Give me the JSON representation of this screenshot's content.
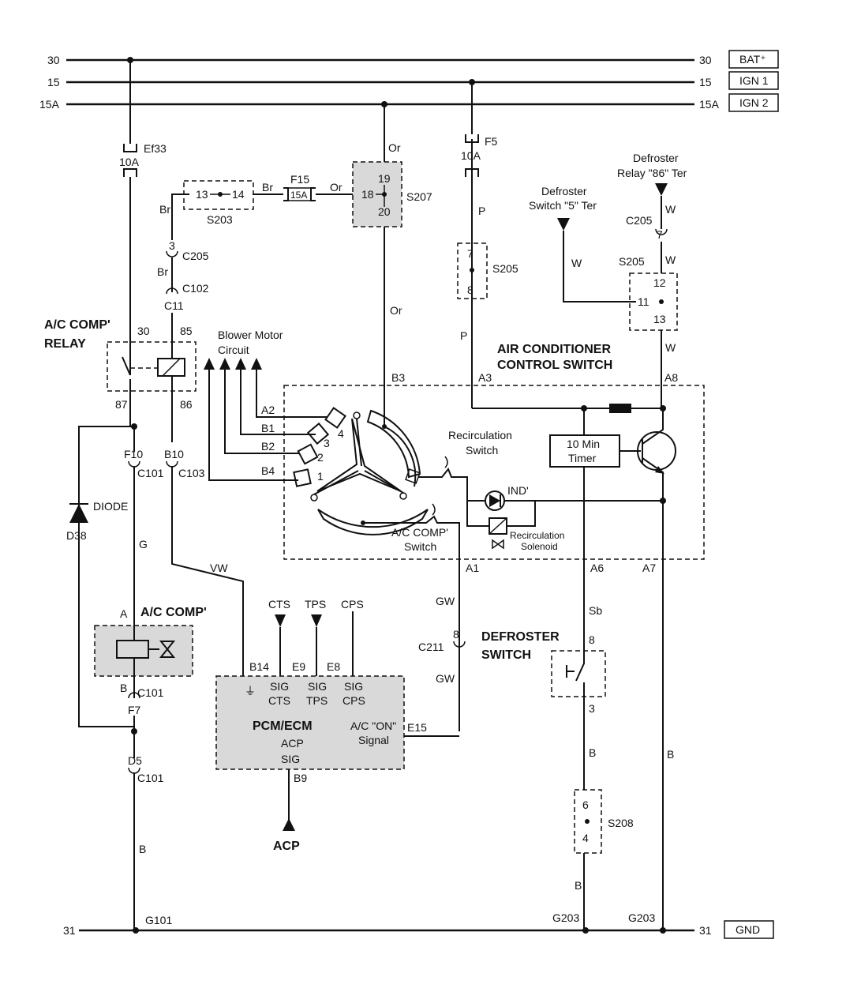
{
  "rails": [
    {
      "left": "30",
      "right": "30",
      "tag": "BAT⁺"
    },
    {
      "left": "15",
      "right": "15",
      "tag": "IGN 1"
    },
    {
      "left": "15A",
      "right": "15A",
      "tag": "IGN 2"
    },
    {
      "left": "31",
      "right": "31",
      "tag": "GND"
    }
  ],
  "fuses": {
    "ef33": {
      "name": "Ef33",
      "rating": "10A"
    },
    "f5": {
      "name": "F5",
      "rating": "10A"
    },
    "f15": {
      "name": "F15",
      "rating": "15A"
    }
  },
  "splices": {
    "s203": {
      "name": "S203",
      "a": "13",
      "b": "14"
    },
    "s207": {
      "name": "S207",
      "a": "19",
      "b": "18",
      "c": "20"
    },
    "s205a": {
      "name": "S205",
      "a": "7",
      "b": "8"
    },
    "s205b": {
      "name": "S205",
      "a": "12",
      "b": "11",
      "c": "13"
    },
    "s208": {
      "name": "S208",
      "a": "6",
      "b": "4"
    }
  },
  "wires": {
    "br": "Br",
    "or": "Or",
    "p": "P",
    "w": "W",
    "g": "G",
    "vw": "VW",
    "gw": "GW",
    "sb": "Sb",
    "b": "B"
  },
  "connectors": {
    "c205_3": "3",
    "c205": "C205",
    "c102": "C102",
    "c11": "C11",
    "f10": "F10",
    "c101": "C101",
    "b10": "B10",
    "c103": "C103",
    "f7": "F7",
    "d5": "D5",
    "c211": "C211",
    "c211_pin": "8",
    "c205_7": "7",
    "c205b": "C205"
  },
  "relay": {
    "title_line1": "A/C COMP'",
    "title_line2": "RELAY",
    "pin30": "30",
    "pin85": "85",
    "pin87": "87",
    "pin86": "86"
  },
  "blower": {
    "label_line1": "Blower Motor",
    "label_line2": "Circuit",
    "pins": [
      "A2",
      "B1",
      "B2",
      "B4"
    ],
    "positions": [
      "4",
      "3",
      "2",
      "1"
    ]
  },
  "switch": {
    "title_line1": "AIR CONDITIONER",
    "title_line2": "CONTROL SWITCH",
    "b3": "B3",
    "a3": "A3",
    "a8": "A8",
    "a1": "A1",
    "a6": "A6",
    "a7": "A7",
    "recirc_line1": "Recirculation",
    "recirc_line2": "Switch",
    "ind": "IND'",
    "solenoid_line1": "Recirculation",
    "solenoid_line2": "Solenoid",
    "ac_sw_line1": "A/C COMP'",
    "ac_sw_line2": "Switch",
    "timer_line1": "10 Min",
    "timer_line2": "Timer"
  },
  "defroster_inputs": {
    "relay_line1": "Defroster",
    "relay_line2": "Relay \"86\" Ter",
    "switch_line1": "Defroster",
    "switch_line2": "Switch \"5\" Ter"
  },
  "diode": {
    "label": "DIODE",
    "name": "D38"
  },
  "compressor": {
    "title": "A/C COMP'",
    "pin_a": "A",
    "pin_b": "B"
  },
  "pcm": {
    "title": "PCM/ECM",
    "inputs": [
      {
        "pin": "B14",
        "sig": "SIG",
        "name": "CTS",
        "src": "CTS"
      },
      {
        "pin": "E9",
        "sig": "SIG",
        "name": "TPS",
        "src": "TPS"
      },
      {
        "pin": "E8",
        "sig": "SIG",
        "name": "CPS",
        "src": "CPS"
      }
    ],
    "ac_on_line1": "A/C \"ON\"",
    "ac_on_line2": "Signal",
    "e15": "E15",
    "acp_line1": "ACP",
    "acp_line2": "SIG",
    "b9": "B9",
    "acp_out": "ACP"
  },
  "defroster_switch": {
    "title_line1": "DEFROSTER",
    "title_line2": "SWITCH",
    "pin_top": "8",
    "pin_bottom": "3"
  },
  "grounds": {
    "g101": "G101",
    "g203a": "G203",
    "g203b": "G203"
  }
}
